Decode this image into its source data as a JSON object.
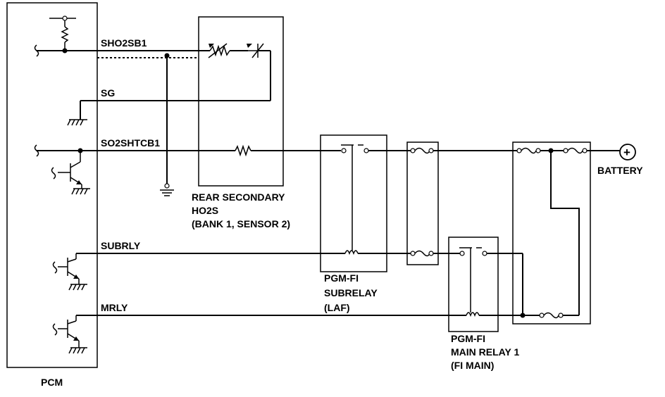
{
  "pcm": {
    "label": "PCM"
  },
  "wires": {
    "sho2sb1": "SHO2SB1",
    "sg": "SG",
    "so2shtcb1": "SO2SHTCB1",
    "subrly": "SUBRLY",
    "mrly": "MRLY"
  },
  "sensor": {
    "line1": "REAR SECONDARY",
    "line2": "HO2S",
    "line3": "(BANK 1, SENSOR 2)"
  },
  "subrelay": {
    "line1": "PGM-FI",
    "line2": "SUBRELAY",
    "line3": "(LAF)"
  },
  "mainrelay": {
    "line1": "PGM-FI",
    "line2": "MAIN RELAY 1",
    "line3": "(FI MAIN)"
  },
  "battery": {
    "label": "BATTERY",
    "symbol": "+"
  },
  "icons": [
    "ground-icon",
    "transistor-icon",
    "resistor-icon",
    "thermistor-icon",
    "fuse-icon",
    "relay-coil-icon",
    "relay-switch-icon",
    "battery-icon"
  ]
}
